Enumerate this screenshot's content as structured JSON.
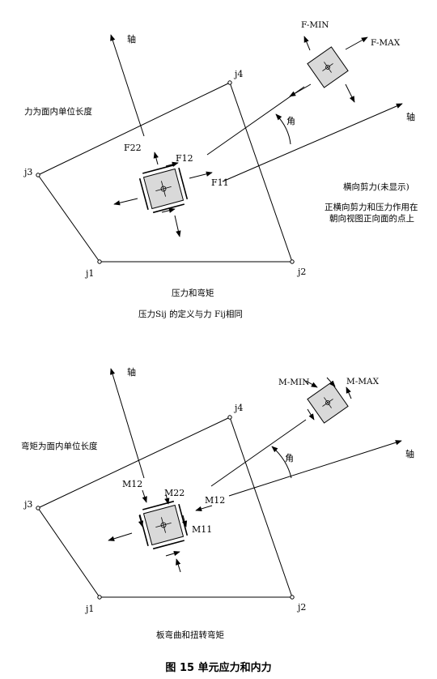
{
  "diagram1": {
    "axis_top": "轴",
    "axis_right": "轴",
    "angle": "角",
    "j1": "j1",
    "j2": "j2",
    "j3": "j3",
    "j4": "j4",
    "force_note": "力为面内单位长度",
    "f_min": "F-MIN",
    "f_max": "F-MAX",
    "f22": "F22",
    "f12": "F12",
    "f11": "F11",
    "shear_title": "横向剪力(未显示)",
    "shear_line1": "正横向剪力和压力作用在",
    "shear_line2": "朝向视图正向面的点上",
    "caption1": "压力和弯矩",
    "caption2": "压力Sij 的定义与力 Fij相同"
  },
  "diagram2": {
    "axis_top": "轴",
    "axis_right": "轴",
    "angle": "角",
    "j1": "j1",
    "j2": "j2",
    "j3": "j3",
    "j4": "j4",
    "moment_note": "弯矩为面内单位长度",
    "m_min": "M-MIN",
    "m_max": "M-MAX",
    "m12_left": "M12",
    "m22": "M22",
    "m12_right": "M12",
    "m11": "M11",
    "caption": "板弯曲和扭转弯矩"
  },
  "figure_caption": "图 15 单元应力和内力"
}
